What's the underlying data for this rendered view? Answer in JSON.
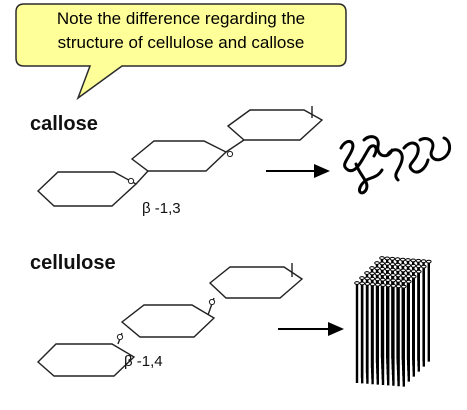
{
  "callout": {
    "line1": "Note the difference regarding the",
    "line2": "structure of cellulose and callose",
    "fill": "#ffff99",
    "stroke": "#2b2b2b"
  },
  "callose": {
    "title": "callose",
    "bond": "β -1,3",
    "product_icon": "tangled-fiber-icon"
  },
  "cellulose": {
    "title": "cellulose",
    "bond": "β -1,4",
    "product_icon": "microfibril-bundle-icon"
  }
}
